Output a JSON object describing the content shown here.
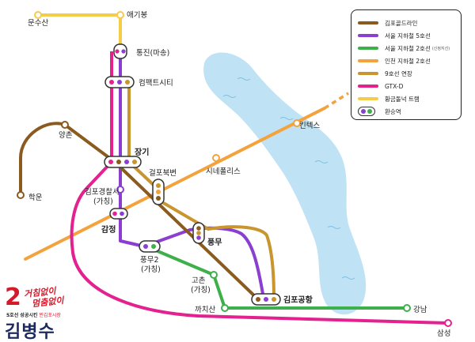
{
  "colors": {
    "gimpo_gold": "#8a5a1e",
    "seoul_line5": "#8a3fd1",
    "seoul_line2_plan": "#3db04b",
    "incheon_line2": "#f3a23c",
    "line9_ext": "#c8952e",
    "gtx_d": "#e3228f",
    "golden_tram": "#f5cc4a",
    "river": "#bfe3f5"
  },
  "legend": {
    "items": [
      {
        "label": "김포골드라인",
        "color": "#8a5a1e"
      },
      {
        "label": "서울 지하철 5호선",
        "color": "#8a3fd1"
      },
      {
        "label": "서울 지하철 2호선",
        "note": "(신정지선)",
        "color": "#3db04b"
      },
      {
        "label": "인천 지하철 2호선",
        "color": "#f3a23c"
      },
      {
        "label": "9호선 연장",
        "color": "#c8952e"
      },
      {
        "label": "GTX-D",
        "color": "#e3228f"
      },
      {
        "label": "황금돌넉 트램",
        "color": "#f5cc4a"
      }
    ],
    "transfer_label": "환승역"
  },
  "stations": {
    "munsusan": "문수산",
    "aegibong": "애기봉",
    "tongjin": "통진(마송)",
    "compact_city": "컴팩트시티",
    "yangchon": "양촌",
    "hakun": "학운",
    "janggi": "장기",
    "geolpo_north": "걸포북변",
    "cinema_polis": "시네폴리스",
    "kintex": "킨텍스",
    "police": "김포경찰서",
    "police_sub": "(가칭)",
    "gamjeong": "감정",
    "pungmu": "풍무",
    "pungmu2": "풍무2",
    "pungmu2_sub": "(가칭)",
    "gochon": "고촌",
    "gochon_sub": "(가칭)",
    "gimpo_airport": "김포공항",
    "kkachisan": "까치산",
    "gangnam": "강남",
    "samseong": "삼성"
  },
  "badge": {
    "number": "2",
    "slogan1": "거침없이",
    "slogan2": "멈춤없이",
    "line3_a": "5호선 성공시킨",
    "line3_b": "찐김포시장",
    "name": "김병수"
  }
}
